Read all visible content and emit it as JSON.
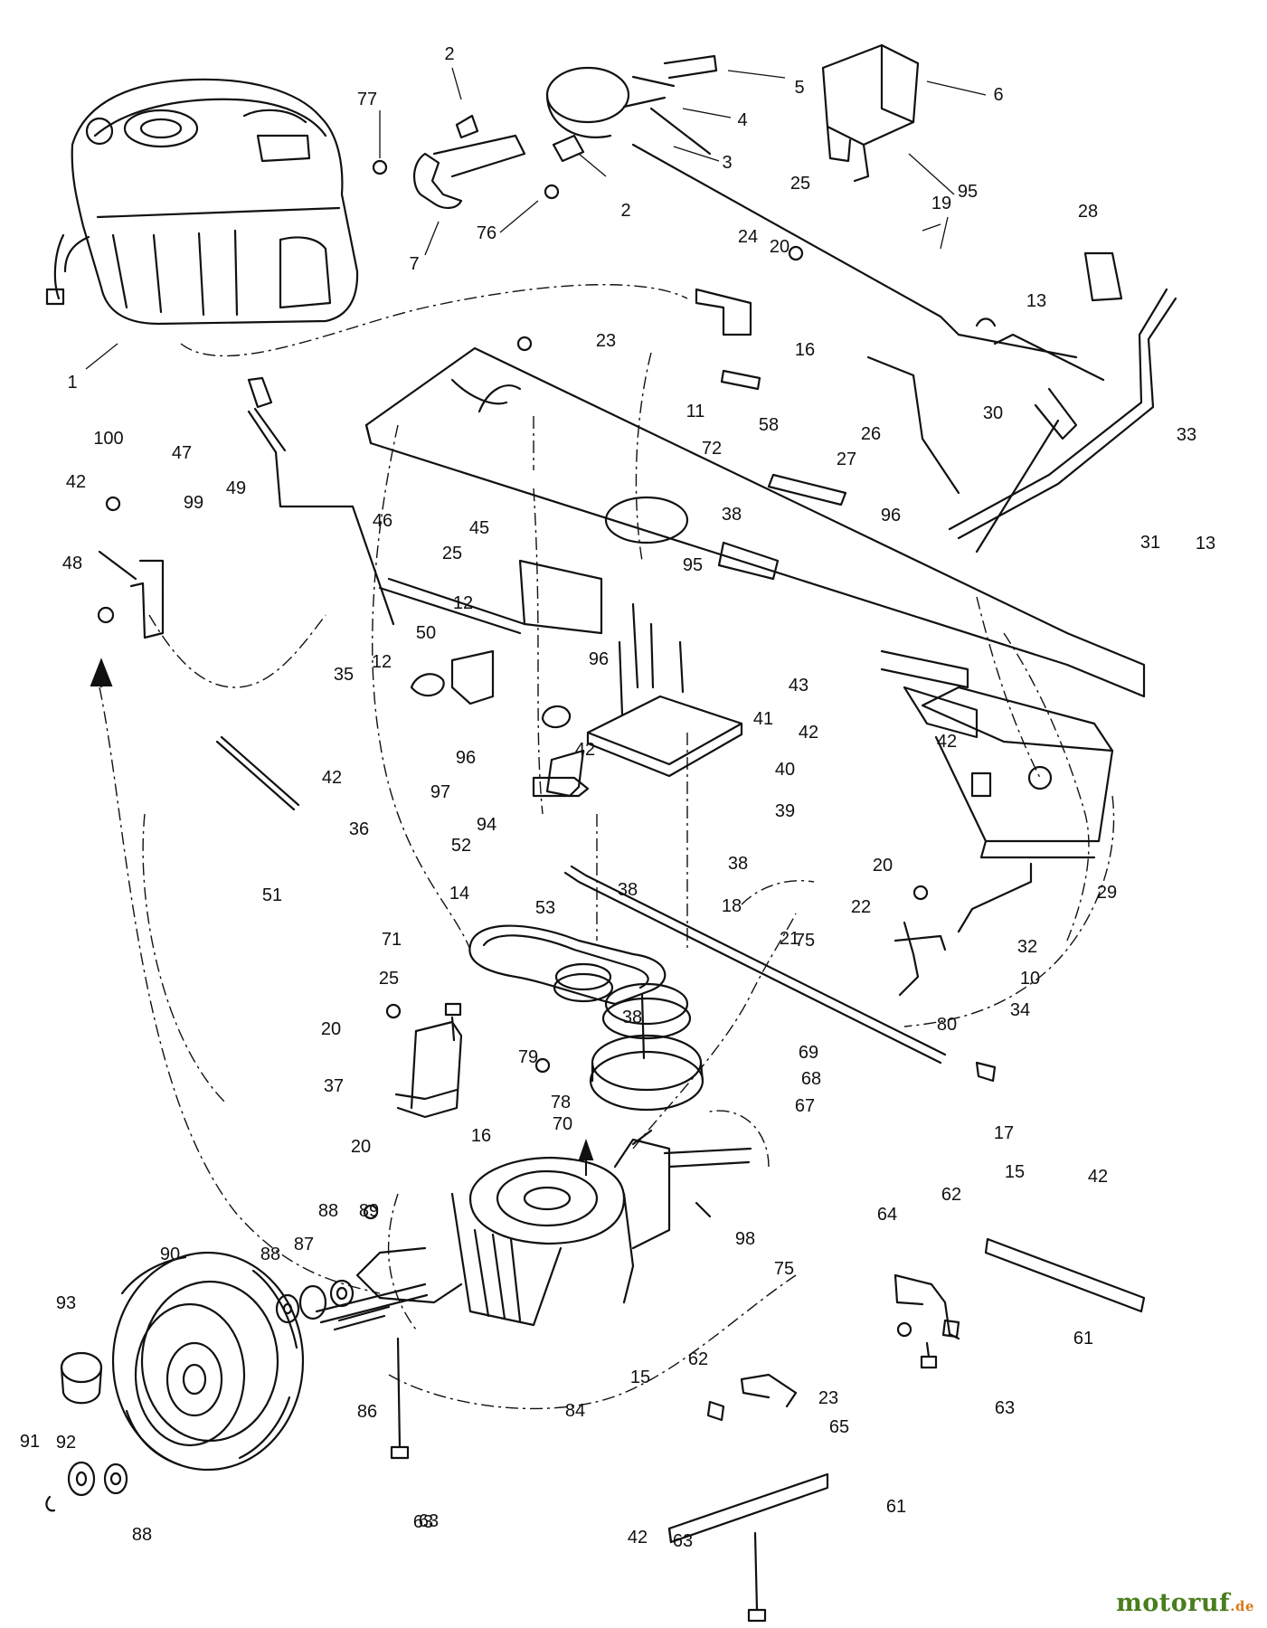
{
  "diagram": {
    "labels": [
      "1",
      "2",
      "2",
      "3",
      "4",
      "5",
      "6",
      "7",
      "10",
      "11",
      "12",
      "12",
      "13",
      "13",
      "14",
      "15",
      "15",
      "16",
      "16",
      "17",
      "18",
      "19",
      "20",
      "20",
      "20",
      "20",
      "21",
      "22",
      "23",
      "23",
      "24",
      "25",
      "25",
      "25",
      "26",
      "27",
      "28",
      "29",
      "30",
      "31",
      "32",
      "33",
      "34",
      "35",
      "36",
      "37",
      "38",
      "38",
      "38",
      "38",
      "39",
      "40",
      "41",
      "42",
      "42",
      "42",
      "42",
      "42",
      "42",
      "42",
      "43",
      "45",
      "46",
      "47",
      "48",
      "49",
      "50",
      "51",
      "52",
      "53",
      "58",
      "61",
      "61",
      "62",
      "62",
      "63",
      "63",
      "63",
      "63",
      "64",
      "65",
      "67",
      "68",
      "69",
      "70",
      "71",
      "72",
      "75",
      "75",
      "76",
      "77",
      "78",
      "79",
      "80",
      "84",
      "86",
      "87",
      "88",
      "88",
      "88",
      "89",
      "90",
      "91",
      "92",
      "93",
      "94",
      "95",
      "95",
      "96",
      "96",
      "96",
      "97",
      "98",
      "99",
      "100"
    ]
  },
  "watermark": {
    "main": "motoruf",
    "tld": ".de"
  },
  "colors": {
    "line": "#111111",
    "background": "#ffffff",
    "watermark_main": "#4a7d1e",
    "watermark_tld": "#d87a1a"
  }
}
